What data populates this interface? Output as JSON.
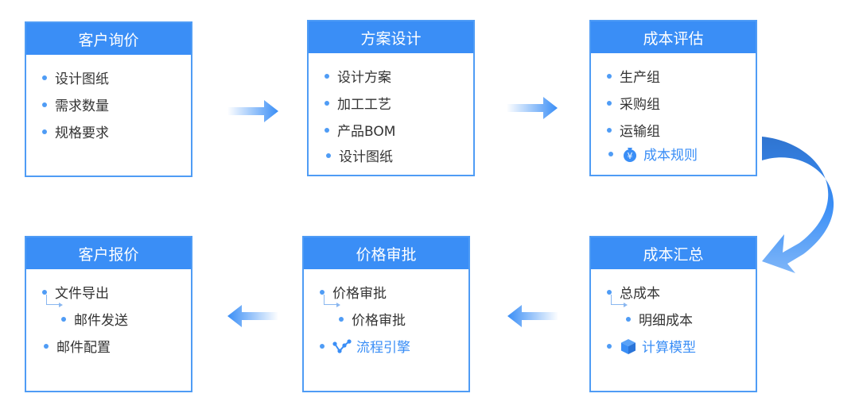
{
  "cards": {
    "inquiry": {
      "title": "客户询价",
      "items": [
        "设计图纸",
        "需求数量",
        "规格要求"
      ]
    },
    "design": {
      "title": "方案设计",
      "items": [
        "设计方案",
        "加工工艺",
        "产品BOM",
        "设计图纸"
      ]
    },
    "cost_eval": {
      "title": "成本评估",
      "items": [
        "生产组",
        "采购组",
        "运输组"
      ],
      "highlight": "成本规则"
    },
    "cost_sum": {
      "title": "成本汇总",
      "items": [
        "总成本"
      ],
      "sub": "明细成本",
      "highlight": "计算模型"
    },
    "approval": {
      "title": "价格审批",
      "items": [
        "价格审批"
      ],
      "sub": "价格审批",
      "highlight": "流程引擎"
    },
    "quote": {
      "title": "客户报价",
      "items": [
        "文件导出",
        "邮件配置"
      ],
      "sub": "邮件发送"
    }
  },
  "icons": {
    "money": "money-bag-icon",
    "yen_symbol": "¥",
    "cube": "cube-icon",
    "workflow": "workflow-icon"
  },
  "colors": {
    "primary": "#3a8ef6",
    "border": "#4f9cf5",
    "text": "#333333",
    "arrow_light": "#dfeeff"
  }
}
